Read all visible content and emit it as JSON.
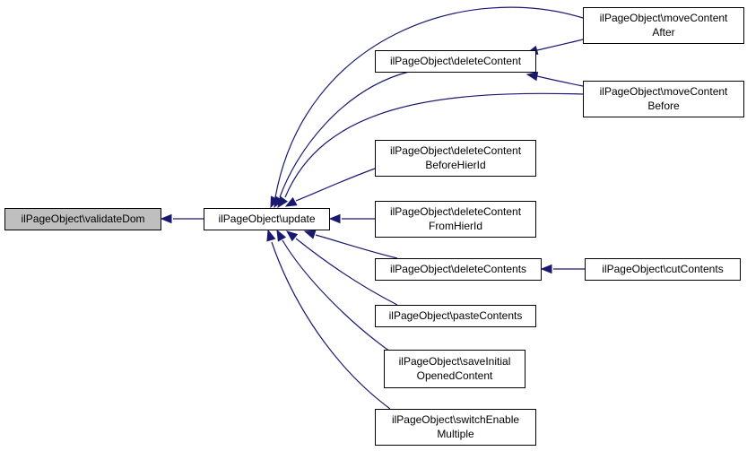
{
  "graph": {
    "nodes": [
      {
        "id": "validateDom",
        "lines": [
          "ilPageObject\\validateDom"
        ],
        "highlight": true
      },
      {
        "id": "update",
        "lines": [
          "ilPageObject\\update"
        ]
      },
      {
        "id": "deleteContent",
        "lines": [
          "ilPageObject\\deleteContent"
        ]
      },
      {
        "id": "moveContentAfter",
        "lines": [
          "ilPageObject\\moveContent",
          "After"
        ]
      },
      {
        "id": "moveContentBefore",
        "lines": [
          "ilPageObject\\moveContent",
          "Before"
        ]
      },
      {
        "id": "deleteContentBeforeHierId",
        "lines": [
          "ilPageObject\\deleteContent",
          "BeforeHierId"
        ]
      },
      {
        "id": "deleteContentFromHierId",
        "lines": [
          "ilPageObject\\deleteContent",
          "FromHierId"
        ]
      },
      {
        "id": "deleteContents",
        "lines": [
          "ilPageObject\\deleteContents"
        ]
      },
      {
        "id": "cutContents",
        "lines": [
          "ilPageObject\\cutContents"
        ]
      },
      {
        "id": "pasteContents",
        "lines": [
          "ilPageObject\\pasteContents"
        ]
      },
      {
        "id": "saveInitialOpenedContent",
        "lines": [
          "ilPageObject\\saveInitial",
          "OpenedContent"
        ]
      },
      {
        "id": "switchEnableMultiple",
        "lines": [
          "ilPageObject\\switchEnable",
          "Multiple"
        ]
      }
    ],
    "edges": [
      {
        "from": "update",
        "to": "validateDom"
      },
      {
        "from": "moveContentAfter",
        "to": "update"
      },
      {
        "from": "deleteContent",
        "to": "update"
      },
      {
        "from": "moveContentBefore",
        "to": "update"
      },
      {
        "from": "deleteContentBeforeHierId",
        "to": "update"
      },
      {
        "from": "deleteContentFromHierId",
        "to": "update"
      },
      {
        "from": "deleteContents",
        "to": "update"
      },
      {
        "from": "pasteContents",
        "to": "update"
      },
      {
        "from": "saveInitialOpenedContent",
        "to": "update"
      },
      {
        "from": "switchEnableMultiple",
        "to": "update"
      },
      {
        "from": "moveContentAfter",
        "to": "deleteContent"
      },
      {
        "from": "moveContentBefore",
        "to": "deleteContent"
      },
      {
        "from": "cutContents",
        "to": "deleteContents"
      }
    ]
  }
}
